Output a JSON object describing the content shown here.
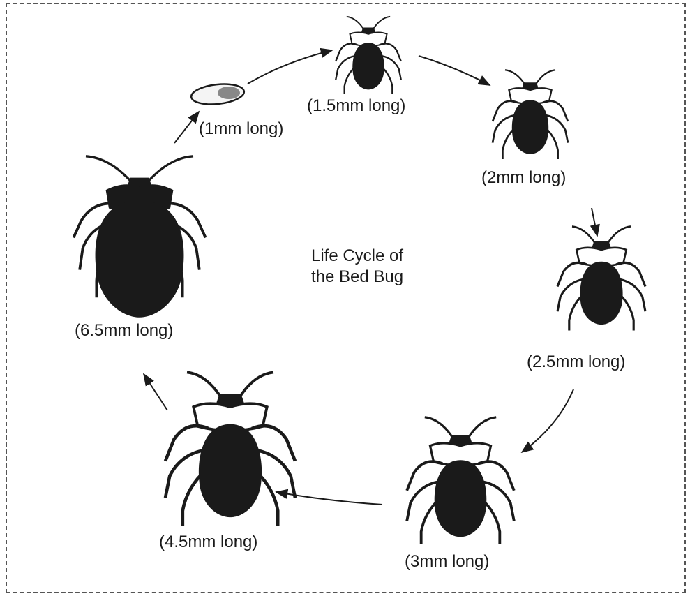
{
  "title": {
    "line1": "Life Cycle of",
    "line2": "the Bed Bug"
  },
  "stages": [
    {
      "label": "(1mm long)",
      "icon": "egg-icon"
    },
    {
      "label": "(1.5mm long)",
      "icon": "bedbug-icon"
    },
    {
      "label": "(2mm long)",
      "icon": "bedbug-icon"
    },
    {
      "label": "(2.5mm long)",
      "icon": "bedbug-icon"
    },
    {
      "label": "(3mm long)",
      "icon": "bedbug-icon"
    },
    {
      "label": "(4.5mm long)",
      "icon": "bedbug-icon"
    },
    {
      "label": "(6.5mm long)",
      "icon": "bedbug-icon"
    }
  ],
  "colors": {
    "ink": "#1a1a1a",
    "background": "#ffffff"
  }
}
